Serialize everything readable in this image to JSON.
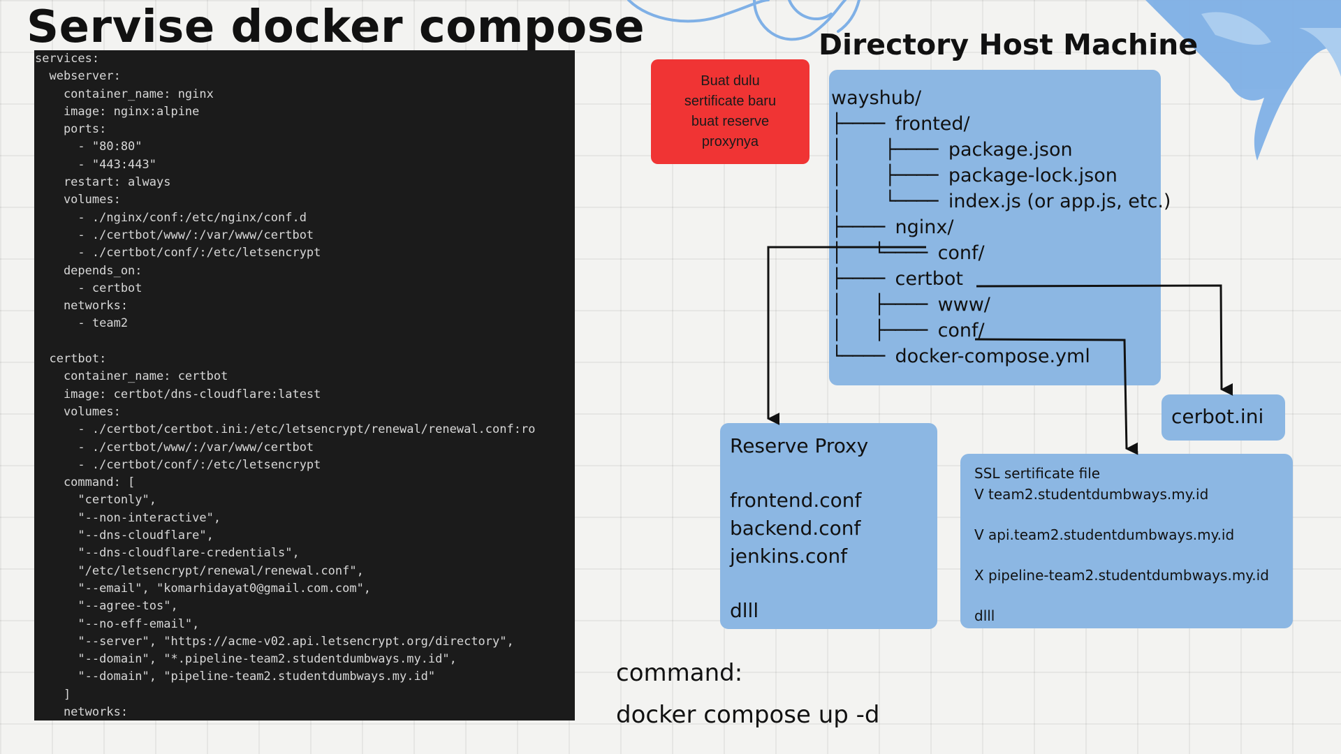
{
  "title": "Servise docker compose",
  "code_lines": [
    "services:",
    "  webserver:",
    "    container_name: nginx",
    "    image: nginx:alpine",
    "    ports:",
    "      - \"80:80\"",
    "      - \"443:443\"",
    "    restart: always",
    "    volumes:",
    "      - ./nginx/conf:/etc/nginx/conf.d",
    "      - ./certbot/www/:/var/www/certbot",
    "      - ./certbot/conf/:/etc/letsencrypt",
    "    depends_on:",
    "      - certbot",
    "    networks:",
    "      - team2",
    "",
    "  certbot:",
    "    container_name: certbot",
    "    image: certbot/dns-cloudflare:latest",
    "    volumes:",
    "      - ./certbot/certbot.ini:/etc/letsencrypt/renewal/renewal.conf:ro",
    "      - ./certbot/www/:/var/www/certbot",
    "      - ./certbot/conf/:/etc/letsencrypt",
    "    command: [",
    "      \"certonly\",",
    "      \"--non-interactive\",",
    "      \"--dns-cloudflare\",",
    "      \"--dns-cloudflare-credentials\",",
    "      \"/etc/letsencrypt/renewal/renewal.conf\",",
    "      \"--email\", \"komarhidayat0@gmail.com.com\",",
    "      \"--agree-tos\",",
    "      \"--no-eff-email\",",
    "      \"--server\", \"https://acme-v02.api.letsencrypt.org/directory\",",
    "      \"--domain\", \"*.pipeline-team2.studentdumbways.my.id\",",
    "      \"--domain\", \"pipeline-team2.studentdumbways.my.id\"",
    "    ]",
    "    networks:"
  ],
  "right_title": "Directory Host Machine",
  "note": "Buat dulu\nsertificate baru\nbuat reserve\nproxynya",
  "tree": [
    {
      "prefix": "",
      "name": "wayshub/"
    },
    {
      "prefix": "├──── ",
      "name": "fronted/"
    },
    {
      "prefix": "│    ├──── ",
      "name": "package.json"
    },
    {
      "prefix": "│    ├──── ",
      "name": "package-lock.json"
    },
    {
      "prefix": "│    └──── ",
      "name": "index.js (or app.js, etc.)"
    },
    {
      "prefix": "├──── ",
      "name": "nginx/"
    },
    {
      "prefix": "│   └──── ",
      "name": "conf/"
    },
    {
      "prefix": "├──── ",
      "name": "certbot"
    },
    {
      "prefix": "│   ├──── ",
      "name": "www/"
    },
    {
      "prefix": "│   ├──── ",
      "name": "conf/"
    },
    {
      "prefix": "└──── ",
      "name": "docker-compose.yml"
    }
  ],
  "cerbot_label": "cerbot.ini",
  "proxy": {
    "title": "Reserve Proxy",
    "files": [
      "frontend.conf",
      "backend.conf",
      "jenkins.conf"
    ],
    "more": "dlll"
  },
  "ssl": {
    "title": "SSL sertificate file",
    "items": [
      "V team2.studentdumbways.my.id",
      "V api.team2.studentdumbways.my.id",
      "X pipeline-team2.studentdumbways.my.id"
    ],
    "more": "dlll"
  },
  "command": {
    "label": "command:",
    "text": "docker compose up -d"
  },
  "colors": {
    "blue_box": "#8cb7e3",
    "red_note": "#f03434",
    "code_bg": "#1b1b1b",
    "decoration": "#7fb0e6"
  }
}
